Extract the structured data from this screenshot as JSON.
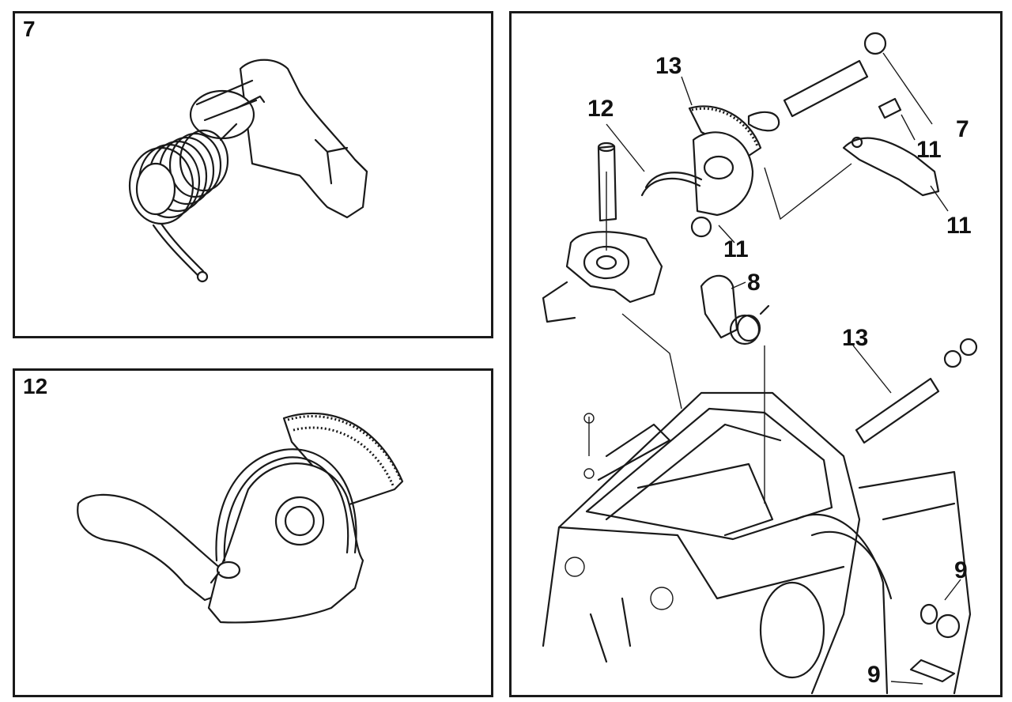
{
  "panels": {
    "top_left": {
      "number": "7"
    },
    "bottom_left": {
      "number": "12"
    }
  },
  "callouts": {
    "c13_top": "13",
    "c12": "12",
    "c7": "7",
    "c11_a": "11",
    "c11_b": "11",
    "c11_c": "11",
    "c8": "8",
    "c13_mid": "13",
    "c9_a": "9",
    "c9_b": "9"
  }
}
